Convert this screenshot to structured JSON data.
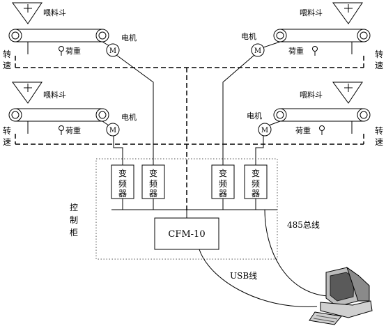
{
  "feeders": {
    "hopper_label": "喂料斗",
    "motor_label": "电机",
    "motor_symbol": "M",
    "load_label": "荷重",
    "speed_label": [
      "转",
      "速"
    ]
  },
  "cabinet": {
    "label": [
      "控",
      "制",
      "柜"
    ],
    "inverter_label": [
      "变",
      "频",
      "器"
    ],
    "controller": "CFM-10"
  },
  "bus": {
    "rs485_label": "485总线",
    "usb_label": "USB线"
  },
  "computer": {
    "icon": "desktop-computer-icon"
  }
}
